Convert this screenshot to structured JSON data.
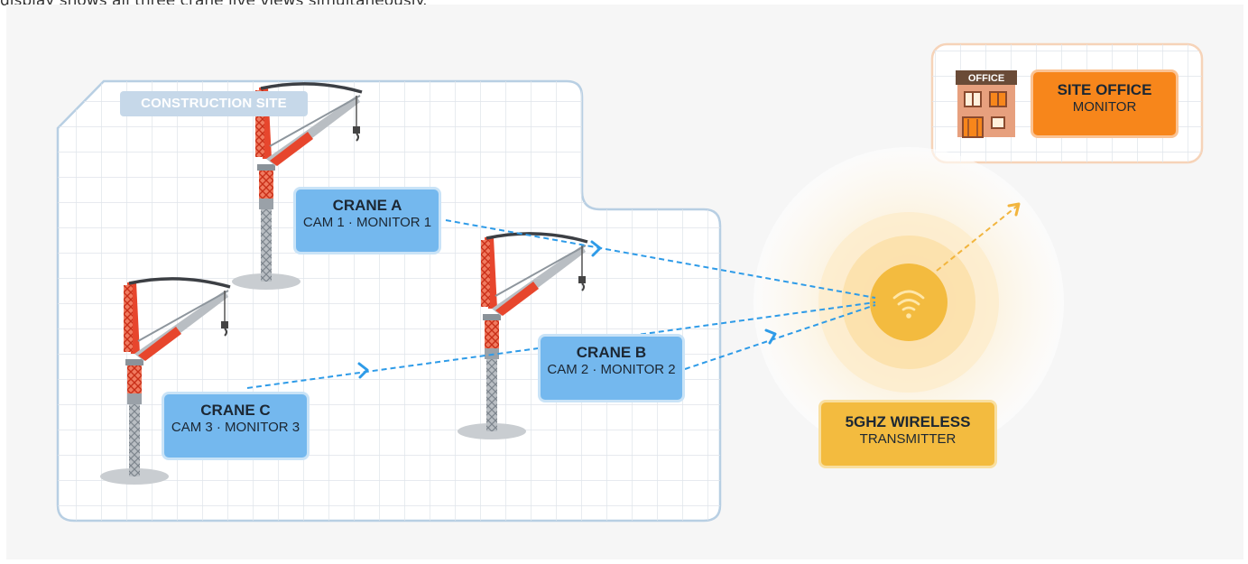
{
  "caption": "display shows all three crane live views simultaneously.",
  "site_label": "CONSTRUCTION SITE",
  "cranes": [
    {
      "name": "CRANE A",
      "detail": "CAM 1 · MONITOR 1"
    },
    {
      "name": "CRANE B",
      "detail": "CAM 2 · MONITOR 2"
    },
    {
      "name": "CRANE C",
      "detail": "CAM 3 · MONITOR 3"
    }
  ],
  "transmitter": {
    "title": "5GHZ WIRELESS",
    "subtitle": "TRANSMITTER"
  },
  "office": {
    "sign": "OFFICE",
    "title": "SITE OFFICE",
    "subtitle": "MONITOR"
  },
  "colors": {
    "link_blue": "#2e9be8",
    "link_orange": "#f2b53e",
    "crane_red": "#e7462d",
    "crane_label": "#74b8ee",
    "transmitter": "#f3bb3f",
    "office": "#f7861b"
  }
}
